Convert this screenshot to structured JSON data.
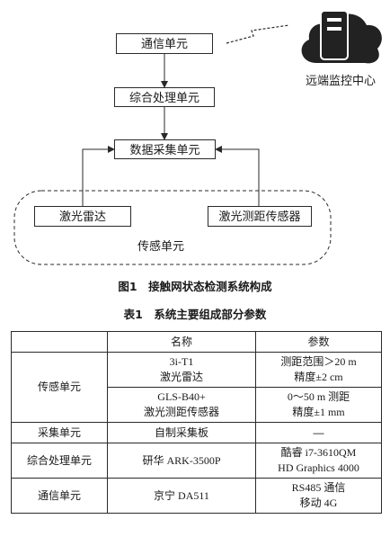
{
  "diagram": {
    "comm_unit": "通信单元",
    "process_unit": "综合处理单元",
    "acq_unit": "数据采集单元",
    "lidar": "激光雷达",
    "rangefinder": "激光测距传感器",
    "sensor_group": "传感单元",
    "remote_center": "远端监控中心"
  },
  "figure_caption": "图1　接触网状态检测系统构成",
  "table_caption": "表1　系统主要组成部分参数",
  "table": {
    "headers": [
      "",
      "名称",
      "参数"
    ],
    "groups": [
      {
        "label": "传感单元"
      },
      {
        "label": "采集单元"
      },
      {
        "label": "综合处理单元"
      },
      {
        "label": "通信单元"
      }
    ],
    "rows": [
      {
        "name": [
          "3i-T1",
          "激光雷达"
        ],
        "param": [
          "测距范围＞20 m",
          "精度±2 cm"
        ]
      },
      {
        "name": [
          "GLS-B40+",
          "激光测距传感器"
        ],
        "param": [
          "0～50 m 测距",
          "精度±1 mm"
        ]
      },
      {
        "name": [
          "自制采集板"
        ],
        "param": [
          "—"
        ]
      },
      {
        "name": [
          "研华 ARK-3500P"
        ],
        "param": [
          "酷睿 i7-3610QM",
          "HD Graphics 4000"
        ]
      },
      {
        "name": [
          "京宁 DA511"
        ],
        "param": [
          "RS485 通信",
          "移动 4G"
        ]
      }
    ]
  },
  "colors": {
    "line": "#2a2a2a",
    "icon": "#222222"
  },
  "icons": {
    "remote": "cloud-server-icon",
    "link": "wireless-signal-icon"
  }
}
